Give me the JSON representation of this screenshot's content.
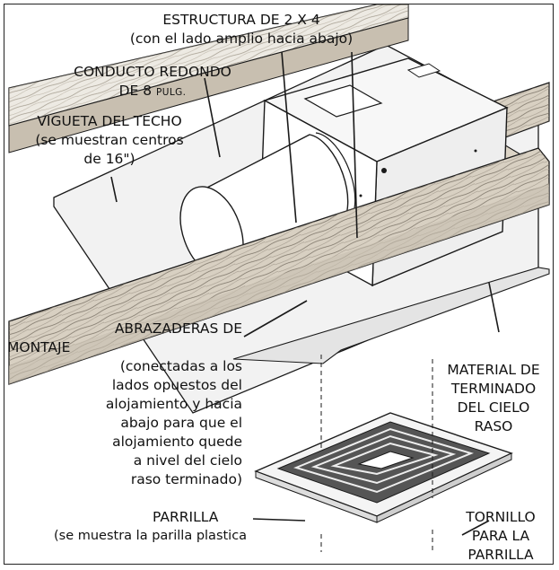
{
  "labels": {
    "frame": {
      "line1": "ESTRUCTURA DE 2 X 4",
      "line2": "(con el lado amplio hacia abajo)"
    },
    "duct": {
      "line1": "CONDUCTO REDONDO",
      "line2_main": "DE 8 ",
      "line2_small": "PULG."
    },
    "joist": {
      "line1": "VIGUETA DEL TECHO",
      "line2": "(se muestran centros",
      "line3": "de 16\")"
    },
    "brackets": {
      "lines": [
        "ABRAZADERAS DE",
        "MONTAJE",
        "(conectadas a los",
        "lados opuestos del",
        "alojamiento y hacia",
        "abajo para que el",
        "alojamiento quede",
        "a nivel del cielo",
        "raso terminado)"
      ]
    },
    "ceiling": {
      "lines": [
        "MATERIAL DE",
        "TERMINADO",
        "DEL CIELO",
        "RASO"
      ]
    },
    "grille": {
      "line1": "PARRILLA",
      "line2": "(se muestra la parilla plastica"
    },
    "screw": {
      "lines": [
        "TORNILLO",
        "PARA LA",
        "PARRILLA"
      ]
    }
  },
  "colors": {
    "wood": "#d8d0c2",
    "wood_grain": "#7a7266",
    "board": "#eeeeee",
    "line": "#1a1a1a"
  }
}
